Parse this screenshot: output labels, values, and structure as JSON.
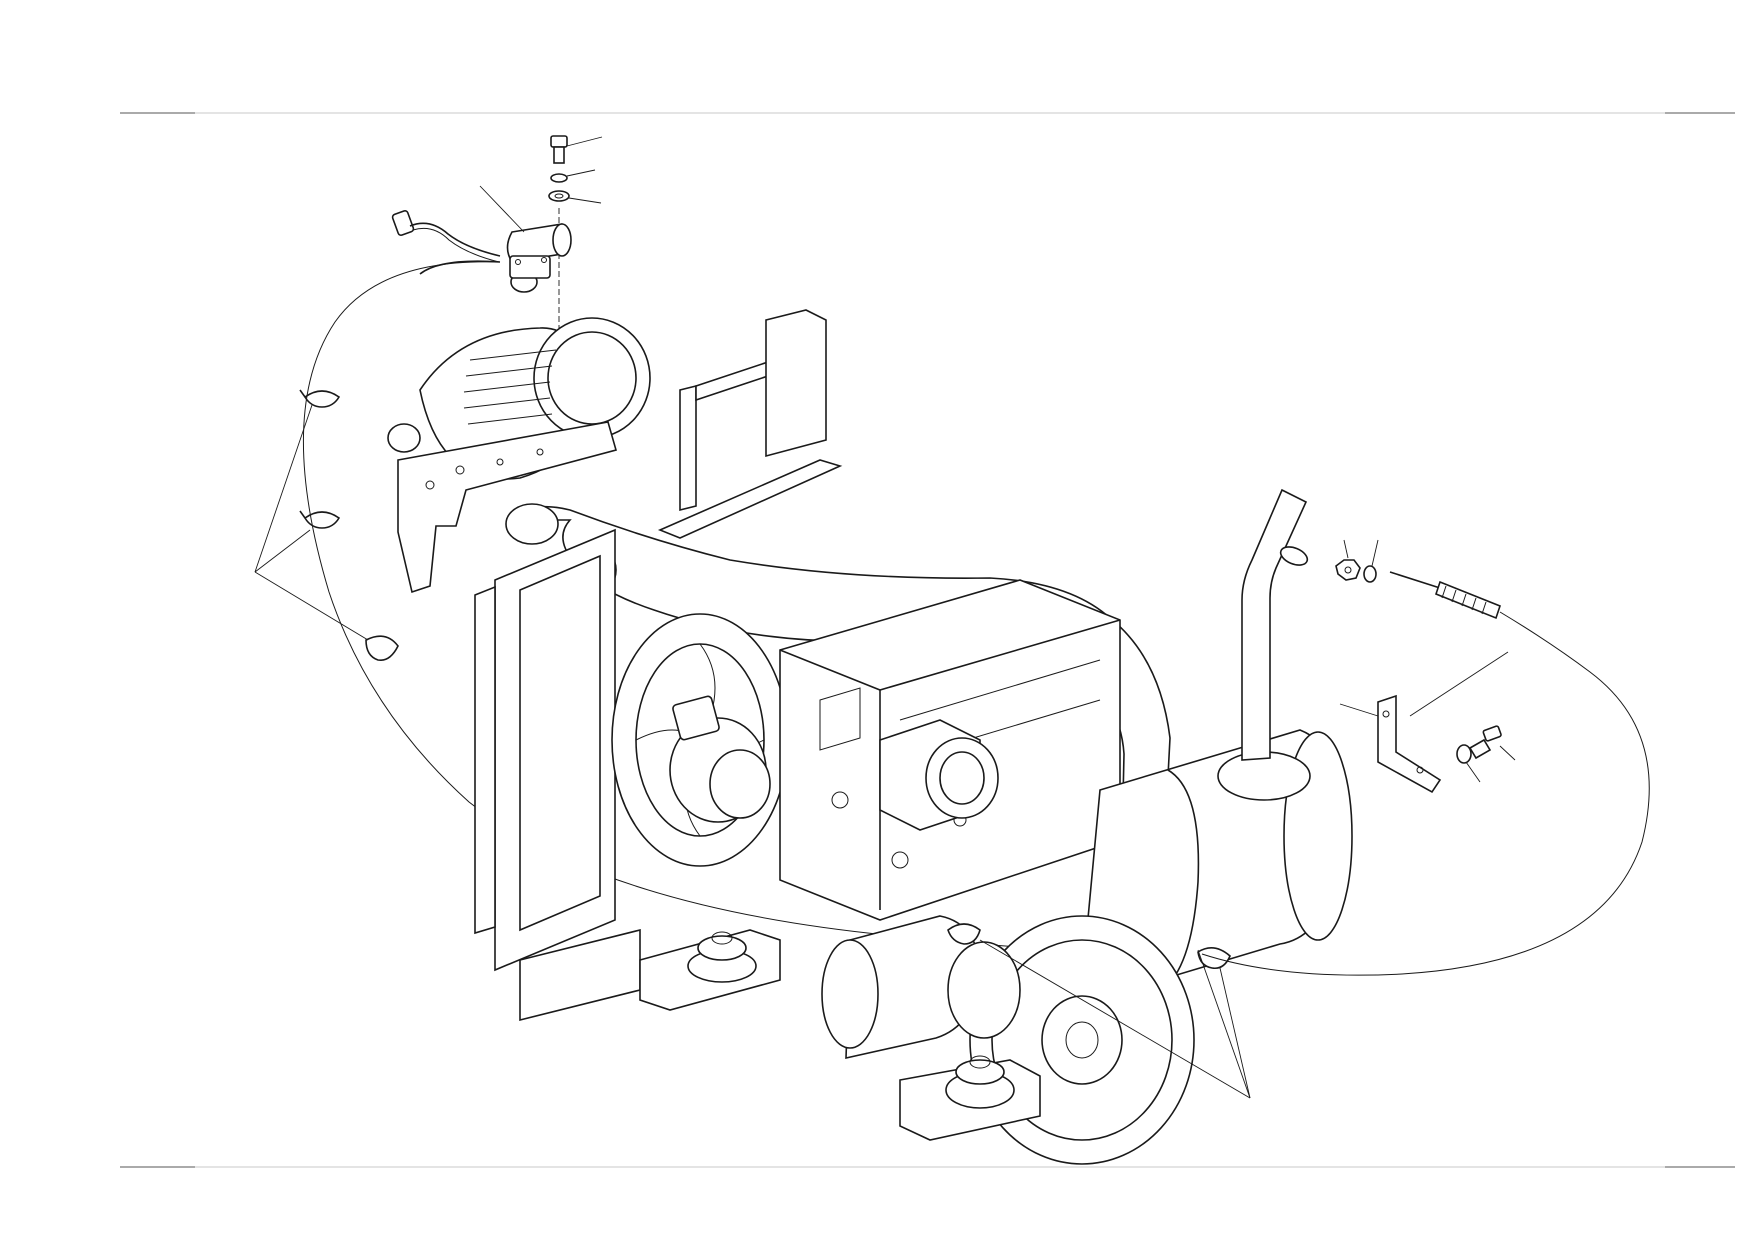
{
  "drawing": {
    "subject": "engine-assembly-exploded-view",
    "background": "#ffffff",
    "line_color": "#1a1a1a",
    "rule_color": "#c8c8c8"
  },
  "parts": [
    {
      "id": "bolt-top"
    },
    {
      "id": "spring-washer-top"
    },
    {
      "id": "flat-washer-top"
    },
    {
      "id": "electric-fuel-pump"
    },
    {
      "id": "wire-connector"
    },
    {
      "id": "air-cleaner"
    },
    {
      "id": "air-cleaner-bracket"
    },
    {
      "id": "hose-clamp-1"
    },
    {
      "id": "hose-clamp-2"
    },
    {
      "id": "hose-clamp-3"
    },
    {
      "id": "radiator"
    },
    {
      "id": "cooling-fan"
    },
    {
      "id": "intake-pipe"
    },
    {
      "id": "engine-block"
    },
    {
      "id": "alternator"
    },
    {
      "id": "injection-pump"
    },
    {
      "id": "starter-motor"
    },
    {
      "id": "flywheel"
    },
    {
      "id": "muffler"
    },
    {
      "id": "tail-pipe"
    },
    {
      "id": "engine-mount-front"
    },
    {
      "id": "engine-mount-rear"
    },
    {
      "id": "nut"
    },
    {
      "id": "washer"
    },
    {
      "id": "throttle-cable"
    },
    {
      "id": "cable-bracket"
    },
    {
      "id": "bracket-bolt"
    },
    {
      "id": "bracket-washer"
    },
    {
      "id": "cable-clamp-1"
    },
    {
      "id": "cable-clamp-2"
    }
  ]
}
